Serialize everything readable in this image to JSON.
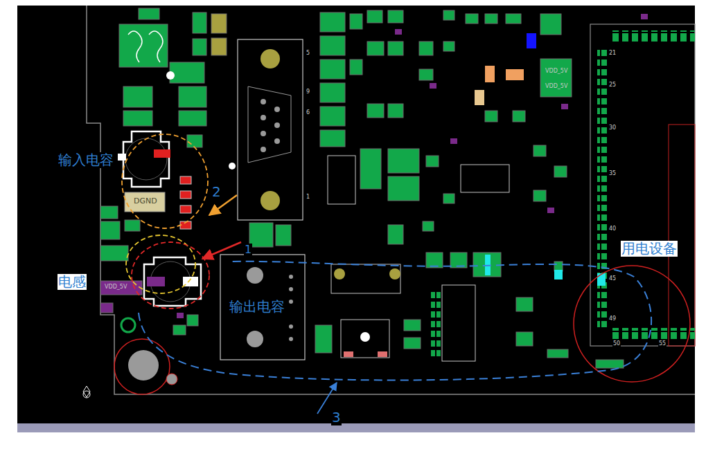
{
  "diagram": {
    "labels": [
      "VDD_5V",
      "VDD_5V",
      "21",
      "5",
      "25",
      "9",
      "输入电容",
      "30",
      "2",
      "35",
      "DGND",
      "6",
      "1",
      "40",
      "1",
      "用电设备",
      "45",
      "电感",
      "VDD_5V",
      "输出电容",
      "49",
      "50",
      "55",
      "3"
    ]
  }
}
